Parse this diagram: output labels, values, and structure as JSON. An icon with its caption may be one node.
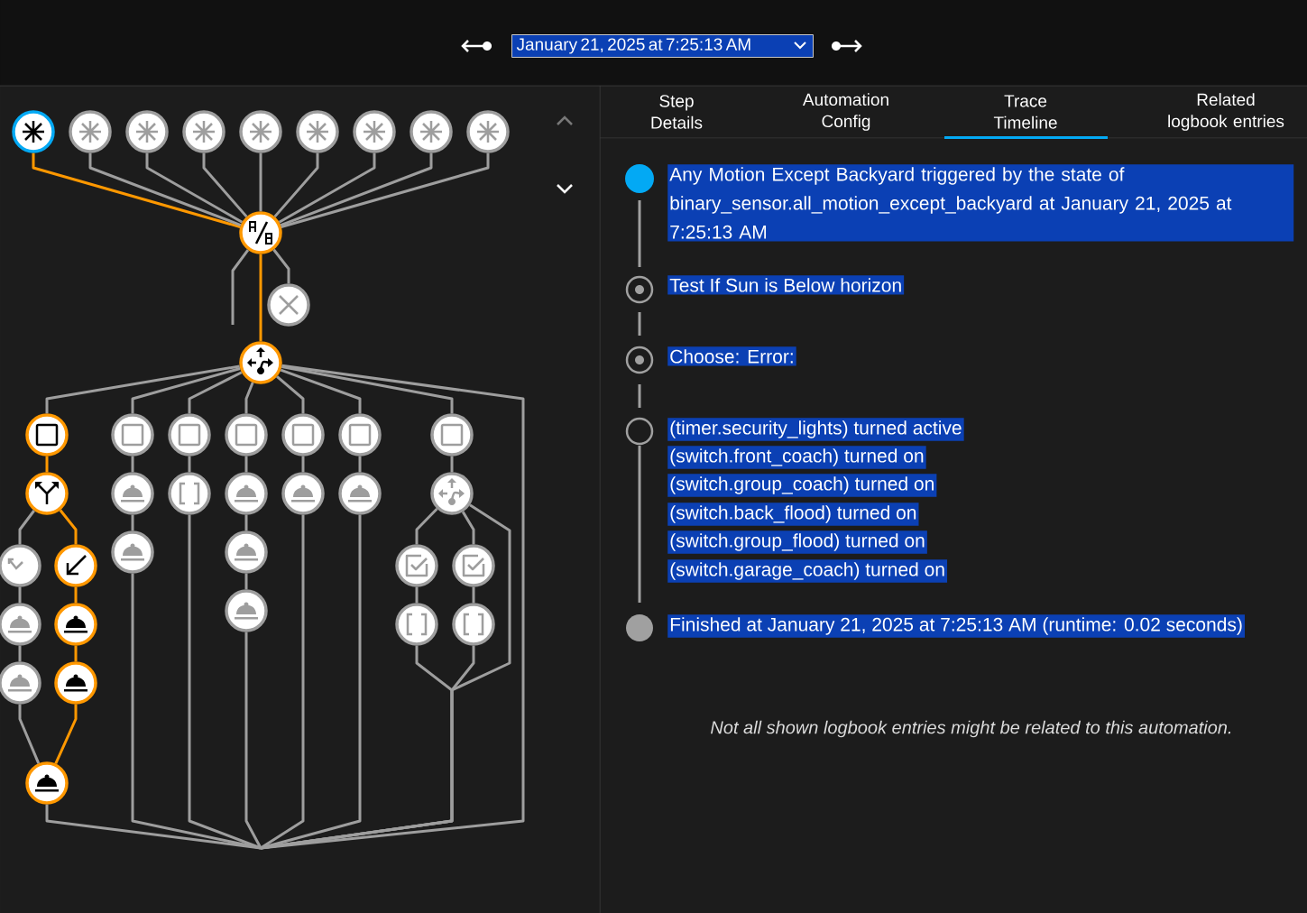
{
  "diagram": {
    "nodes": [
      {
        "text": [],
        "shape": "circle"
      },
      {
        "text": [],
        "shape": "circle"
      },
      {
        "text": [],
        "shape": "circle"
      },
      {
        "text": [],
        "shape": "circle"
      },
      {
        "text": [],
        "shape": "circle"
      },
      {
        "text": [],
        "shape": "circle"
      },
      {
        "text": [],
        "shape": "circle"
      },
      {
        "text": [],
        "shape": "circle"
      },
      {
        "text": [],
        "shape": "circle"
      },
      {
        "text": [],
        "shape": "circle"
      },
      {
        "text": [],
        "shape": "circle"
      },
      {
        "text": [],
        "shape": "circle"
      },
      {
        "text": [],
        "shape": "circle"
      },
      {
        "text": [],
        "shape": "circle"
      },
      {
        "text": [],
        "shape": "circle"
      },
      {
        "text": [],
        "shape": "circle"
      },
      {
        "text": [],
        "shape": "circle"
      },
      {
        "text": [],
        "shape": "circle"
      },
      {
        "text": [],
        "shape": "circle"
      },
      {
        "text": [],
        "shape": "circle"
      },
      {
        "text": [],
        "shape": "circle"
      },
      {
        "text": [],
        "shape": "circle"
      },
      {
        "text": [],
        "shape": "circle"
      },
      {
        "text": [],
        "shape": "circle"
      },
      {
        "text": [],
        "shape": "circle"
      },
      {
        "text": [],
        "shape": "circle"
      },
      {
        "text": [],
        "shape": "circle"
      },
      {
        "text": [],
        "shape": "circle"
      },
      {
        "text": [],
        "shape": "circle"
      },
      {
        "text": [],
        "shape": "circle"
      },
      {
        "text": [],
        "shape": "circle"
      },
      {
        "text": [],
        "shape": "circle"
      },
      {
        "text": [],
        "shape": "circle"
      },
      {
        "text": [],
        "shape": "circle"
      },
      {
        "text": [],
        "shape": "circle"
      },
      {
        "text": [],
        "shape": "circle"
      },
      {
        "text": [],
        "shape": "circle"
      },
      {
        "text": [],
        "shape": "circle"
      },
      {
        "text": [],
        "shape": "circle"
      },
      {
        "text": [],
        "shape": "circle"
      }
    ],
    "edges": [
      {
        "from": 0,
        "to": 9,
        "arrow": "none",
        "color": "#ff9800"
      },
      {
        "from": 1,
        "to": 9,
        "arrow": "none"
      },
      {
        "from": 2,
        "to": 9,
        "arrow": "none"
      },
      {
        "from": 3,
        "to": 9,
        "arrow": "none"
      },
      {
        "from": 4,
        "to": 9,
        "arrow": "none"
      },
      {
        "from": 5,
        "to": 9,
        "arrow": "none"
      },
      {
        "from": 6,
        "to": 9,
        "arrow": "none"
      },
      {
        "from": 7,
        "to": 9,
        "arrow": "none"
      },
      {
        "from": 8,
        "to": 9,
        "arrow": "none"
      },
      {
        "from": 9,
        "to": null,
        "arrow": "none"
      },
      {
        "from": 9,
        "to": 10,
        "arrow": "none"
      },
      {
        "from": 9,
        "to": 11,
        "arrow": "none",
        "color": "#ff9800"
      },
      {
        "from": 11,
        "to": 12,
        "arrow": "none"
      },
      {
        "from": 11,
        "to": 13,
        "arrow": "none"
      },
      {
        "from": 11,
        "to": 14,
        "arrow": "none"
      },
      {
        "from": 11,
        "to": 15,
        "arrow": "none"
      },
      {
        "from": 11,
        "to": 16,
        "arrow": "none"
      },
      {
        "from": 11,
        "to": 17,
        "arrow": "none"
      },
      {
        "from": 11,
        "to": 18,
        "arrow": "none"
      },
      {
        "from": 11,
        "to": null,
        "arrow": "none"
      },
      {
        "from": 12,
        "to": 19,
        "arrow": "none",
        "color": "#ff9800"
      },
      {
        "from": 19,
        "to": 20,
        "arrow": "none"
      },
      {
        "from": 19,
        "to": 21,
        "arrow": "none",
        "color": "#ff9800"
      },
      {
        "from": 20,
        "to": 22,
        "arrow": "none"
      },
      {
        "from": 22,
        "to": 23,
        "arrow": "none"
      },
      {
        "from": 23,
        "to": 26,
        "arrow": "none"
      },
      {
        "from": 21,
        "to": 24,
        "arrow": "none",
        "color": "#ff9800"
      },
      {
        "from": 24,
        "to": 25,
        "arrow": "none",
        "color": "#ff9800"
      },
      {
        "from": 25,
        "to": 26,
        "arrow": "none",
        "color": "#ff9800"
      },
      {
        "from": 26,
        "to": null,
        "arrow": "none"
      },
      {
        "from": 13,
        "to": 27,
        "arrow": "none"
      },
      {
        "from": 27,
        "to": 28,
        "arrow": "none"
      },
      {
        "from": 28,
        "to": null,
        "arrow": "none"
      },
      {
        "from": 14,
        "to": 29,
        "arrow": "none"
      },
      {
        "from": 29,
        "to": null,
        "arrow": "none"
      },
      {
        "from": 15,
        "to": 30,
        "arrow": "none"
      },
      {
        "from": 30,
        "to": 31,
        "arrow": "none"
      },
      {
        "from": 31,
        "to": 32,
        "arrow": "none"
      },
      {
        "from": 32,
        "to": null,
        "arrow": "none"
      },
      {
        "from": 16,
        "to": 33,
        "arrow": "none"
      },
      {
        "from": 33,
        "to": null,
        "arrow": "none"
      },
      {
        "from": 17,
        "to": 34,
        "arrow": "none"
      },
      {
        "from": 34,
        "to": null,
        "arrow": "none"
      },
      {
        "from": 18,
        "to": 35,
        "arrow": "none"
      },
      {
        "from": 35,
        "to": 36,
        "arrow": "none"
      },
      {
        "from": 35,
        "to": 37,
        "arrow": "none"
      },
      {
        "from": 35,
        "to": null,
        "arrow": "none"
      },
      {
        "from": 36,
        "to": 38,
        "arrow": "none"
      },
      {
        "from": 37,
        "to": 39,
        "arrow": "none"
      },
      {
        "from": 38,
        "to": null,
        "arrow": "none"
      },
      {
        "from": 39,
        "to": null,
        "arrow": "none"
      }
    ],
    "labels": [
      "Step Details",
      "Automation Config",
      "Trace Timeline",
      "Related logbook entries",
      "January 21, 2025 at 7:25:13 AM",
      "Any Motion Except Backyard triggered by the state of binary_sensor.all_motion_except_backyard at January 21, 2025 at 7:25:13 AM",
      "Test If Sun is Below horizon",
      "Choose: Error:",
      "(timer.security_lights) turned active",
      "(switch.front_coach) turned on",
      "(switch.group_coach) turned on",
      "(switch.back_flood) turned on",
      "(switch.group_flood) turned on",
      "(switch.garage_coach) turned on",
      "Finished at January 21, 2025 at 7:25:13 AM (runtime: 0.02 seconds)",
      "Not all shown logbook entries might be related to this automation."
    ]
  }
}
